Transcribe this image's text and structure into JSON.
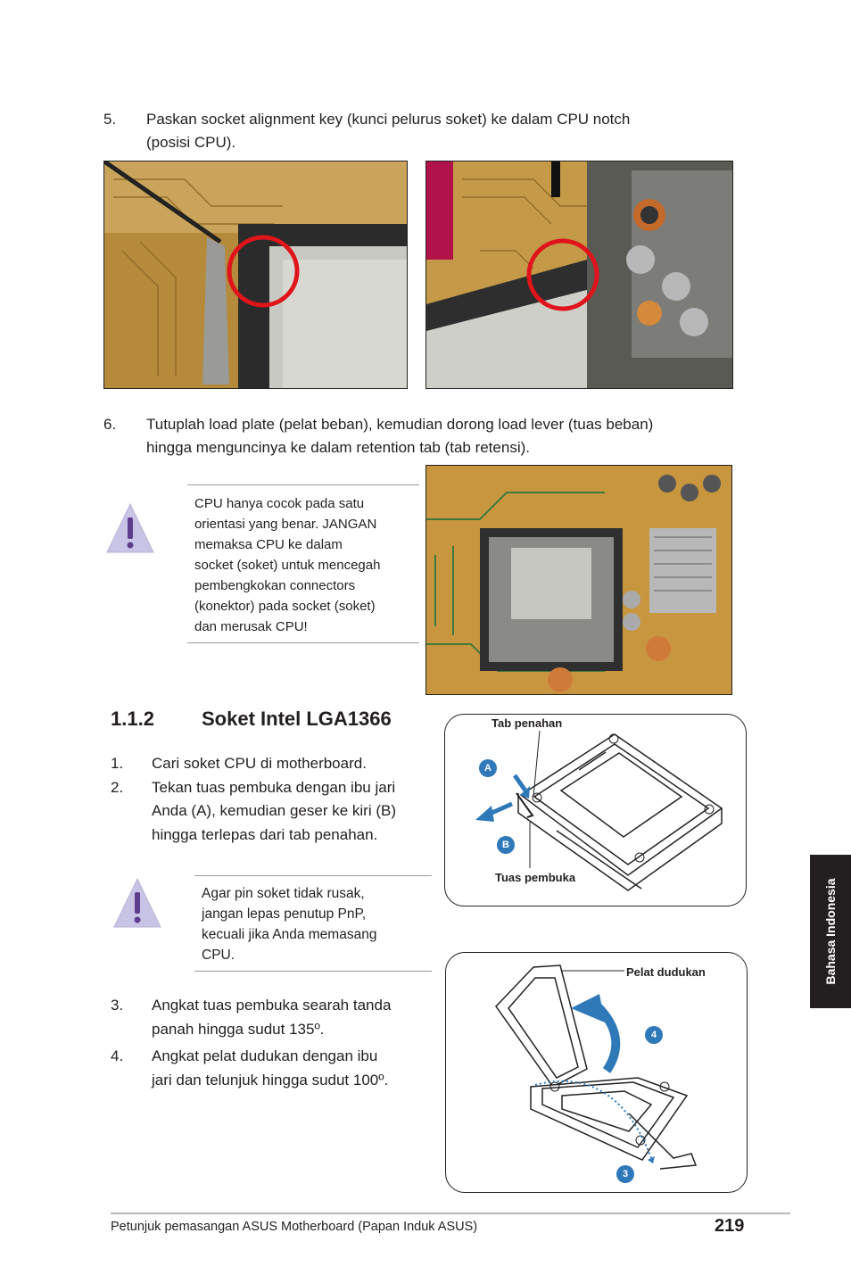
{
  "step5": {
    "num": "5.",
    "line1": "Paskan socket alignment key (kunci pelurus soket) ke dalam CPU notch",
    "line2": "(posisi CPU)."
  },
  "step6": {
    "num": "6.",
    "line1": "Tutuplah load plate (pelat beban), kemudian dorong load lever (tuas beban)",
    "line2": "hingga menguncinya ke dalam retention tab (tab retensi)."
  },
  "caution1": {
    "icon": "warning-triangle-icon",
    "lines": [
      "CPU hanya cocok pada satu",
      "orientasi yang benar. JANGAN",
      "memaksa CPU ke dalam",
      "socket (soket) untuk mencegah",
      "pembengkokan connectors",
      "(konektor) pada socket (soket)",
      "dan merusak CPU!"
    ]
  },
  "section": {
    "number": "1.1.2",
    "title": "Soket Intel LGA1366"
  },
  "steps_a": [
    {
      "num": "1.",
      "lines": [
        "Cari soket CPU di motherboard."
      ]
    },
    {
      "num": "2.",
      "lines": [
        "Tekan tuas pembuka dengan ibu jari",
        "Anda (A), kemudian geser ke kiri (B)",
        "hingga terlepas dari tab penahan."
      ]
    }
  ],
  "caution2": {
    "icon": "warning-triangle-icon",
    "lines": [
      "Agar pin soket tidak rusak,",
      "jangan lepas penutup PnP,",
      "kecuali jika Anda memasang",
      "CPU."
    ]
  },
  "steps_b": [
    {
      "num": "3.",
      "lines": [
        "Angkat tuas pembuka searah tanda",
        "panah hingga sudut 135º."
      ]
    },
    {
      "num": "4.",
      "lines": [
        "Angkat pelat dudukan dengan ibu",
        "jari dan telunjuk hingga sudut 100º."
      ]
    }
  ],
  "diagram1": {
    "label_top": "Tab penahan",
    "label_bottom": "Tuas pembuka",
    "badge_a": "A",
    "badge_b": "B"
  },
  "diagram2": {
    "label_top": "Pelat dudukan",
    "badge_4": "4",
    "badge_3": "3"
  },
  "side_tab": {
    "text": "Bahasa Indonesia"
  },
  "footer": {
    "text": "Petunjuk pemasangan ASUS Motherboard (Papan Induk ASUS)",
    "page": "219"
  },
  "colors": {
    "arrow_blue": "#2f79b9",
    "circle_red": "#e0141b",
    "board_green": "#3f7a3c",
    "board_gold": "#c99a3c"
  }
}
